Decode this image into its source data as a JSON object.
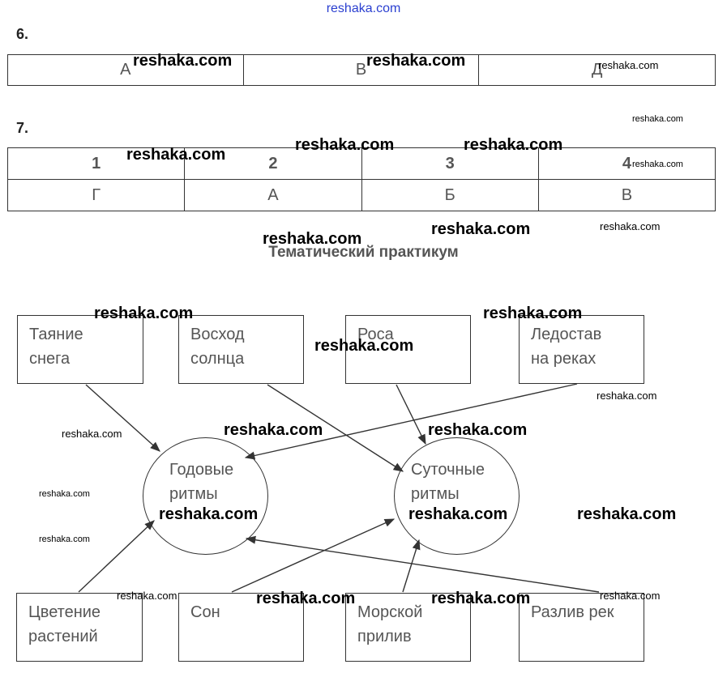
{
  "header": {
    "site": "reshaka.com"
  },
  "q6": {
    "number": "6.",
    "answers": [
      "А",
      "В",
      "Д"
    ]
  },
  "q7": {
    "number": "7.",
    "numbers": [
      "1",
      "2",
      "3",
      "4"
    ],
    "letters": [
      "Г",
      "А",
      "Б",
      "В"
    ]
  },
  "practicum": {
    "title": "Тематический практикум"
  },
  "diagram": {
    "top_boxes": [
      "Таяние\nснега",
      "Восход\nсолнца",
      "Роса",
      "Ледостав\nна реках"
    ],
    "circles": [
      "Годовые\nритмы",
      "Суточные\nритмы"
    ],
    "bottom_boxes": [
      "Цветение\nрастений",
      "Сон",
      "Морской\nприлив",
      "Разлив рек"
    ]
  },
  "watermark": "reshaka.com"
}
